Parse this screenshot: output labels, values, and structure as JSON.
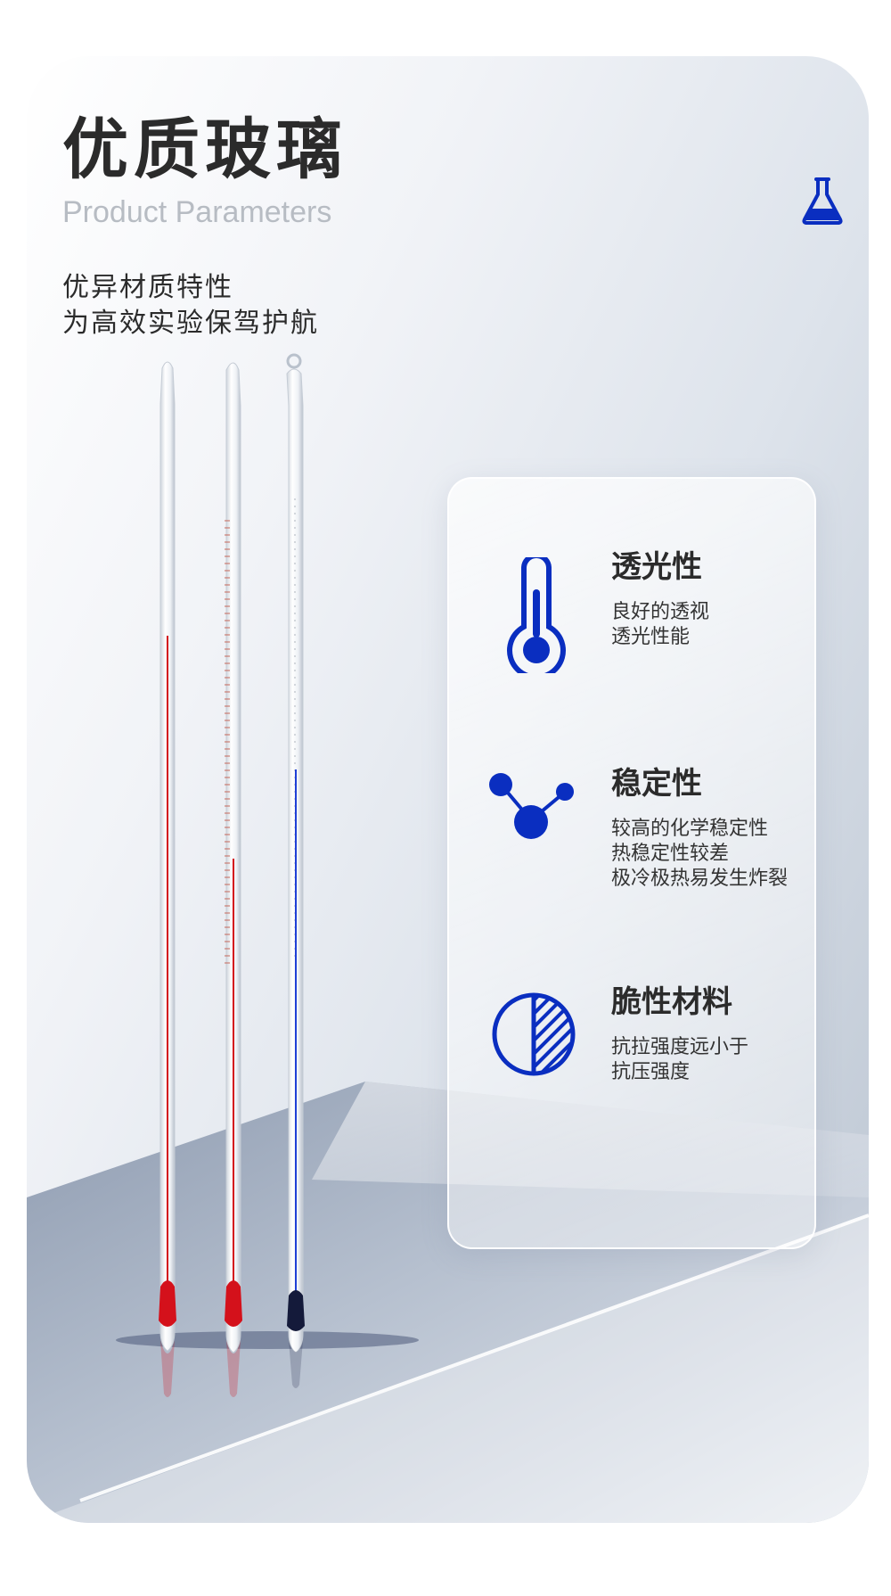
{
  "header": {
    "title_cn": "优质玻璃",
    "title_en": "Product Parameters",
    "tagline": [
      "优异材质特性",
      "为高效实验保驾护航"
    ]
  },
  "icons": {
    "header_icon": "flask-icon"
  },
  "features": [
    {
      "icon": "thermometer-icon",
      "title": "透光性",
      "desc": [
        "良好的透视",
        "透光性能"
      ]
    },
    {
      "icon": "molecule-icon",
      "title": "稳定性",
      "desc": [
        "较高的化学稳定性",
        "热稳定性较差",
        "极冷极热易发生炸裂"
      ]
    },
    {
      "icon": "half-hatched-circle-icon",
      "title": "脆性材料",
      "desc": [
        "抗拉强度远小于",
        "抗压强度"
      ]
    }
  ],
  "colors": {
    "accent": "#0a2ec0",
    "title": "#2b2b2b",
    "subtitle": "#b7bcc3",
    "red_liquid": "#d4111b",
    "blue_liquid": "#1f3fd6"
  }
}
